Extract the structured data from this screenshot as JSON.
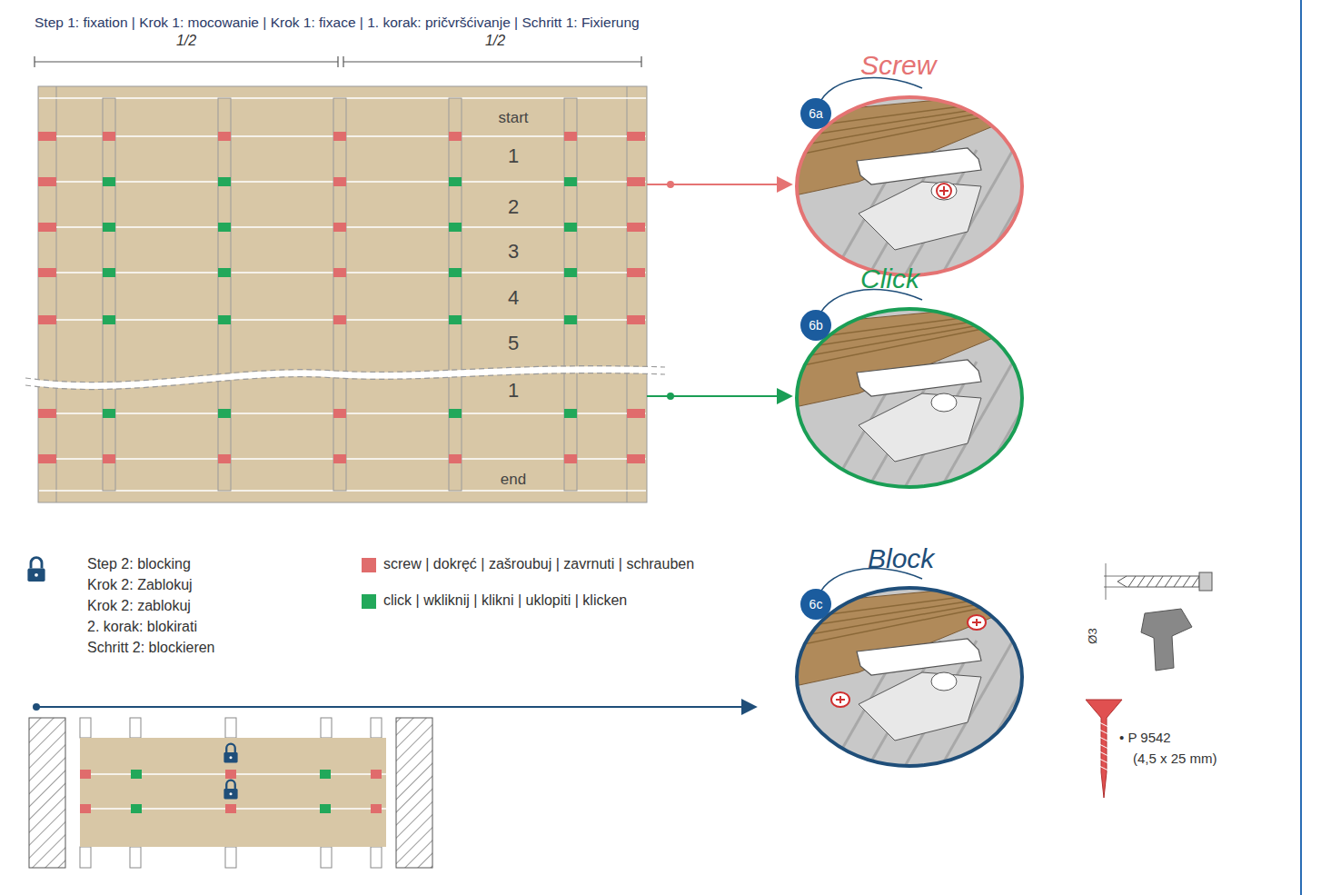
{
  "diagram": {
    "title": "Step 1: fixation | Krok 1: mocowanie | Krok 1: fixace | 1. korak: pričvršćivanje | Schritt 1: Fixierung",
    "nodes": [
      {
        "text": [
          "start",
          "1",
          "2",
          "3",
          "4",
          "5",
          "1",
          "end"
        ]
      },
      {
        "text": [
          "6a",
          "Screw"
        ]
      },
      {
        "text": [
          "6b",
          "Click"
        ]
      },
      {
        "text": [
          "6c",
          "Block"
        ]
      }
    ],
    "edges": [
      {
        "from": 0,
        "to": 1,
        "arrow": "to"
      },
      {
        "from": 0,
        "to": 2,
        "arrow": "to"
      }
    ],
    "labels": [
      "1/2",
      "1/2",
      "Step 2: blocking",
      "Krok 2: Zablokuj",
      "Krok 2: zablokuj",
      "2. korak: blokirati",
      "Schritt 2: blockieren",
      "Ø3",
      "• P 9542",
      "(4,5 x 25 mm)"
    ],
    "legend": [
      {
        "text": "screw | dokręć | zašroubuj | zavrnuti | schrauben",
        "color": "#e06c6c"
      },
      {
        "text": "click | wkliknij | klikni | uklopiti | klicken",
        "color": "#22a85a"
      }
    ]
  }
}
